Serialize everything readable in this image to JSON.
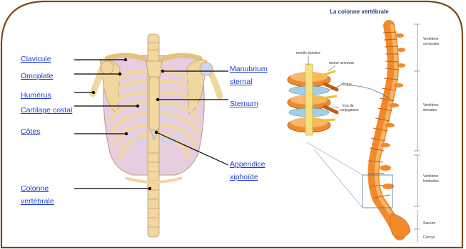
{
  "thorax_labels": {
    "clavicule": "Clavicule",
    "omoplate": "Omoplate",
    "humerus": "Humérus",
    "cartilage_costal": "Cartilage costal",
    "cotes": "Côtes",
    "colonne_line1": "Colonne",
    "colonne_line2": "vertébrale",
    "manubrium_line1": "Manubrium",
    "manubrium_line2": "sternal",
    "sternum": "Sternum",
    "appendice_line1": "Appendice",
    "appendice_line2": "xiphoïde"
  },
  "spine": {
    "title": "La colonne vertébrale",
    "inset_labels": {
      "moelle": "moelle épinière",
      "racine": "racine nerveuse",
      "disque": "disque",
      "trou_line1": "trou de",
      "trou_line2": "conjugaison"
    },
    "regions": {
      "cervicales_line1": "Vertèbres",
      "cervicales_line2": "cervicales",
      "dorsales_line1": "Vertèbres",
      "dorsales_line2": "dorsales",
      "lombaires_line1": "Vertèbres",
      "lombaires_line2": "lombaires",
      "sacrum": "Sacrum",
      "coccyx": "Coccyx"
    }
  },
  "colors": {
    "frame": "#7a4a1e",
    "link": "#1f3fd0",
    "bone": "#f2d7a0",
    "cartilage": "#cfd6ec",
    "spine_orange": "#f08a2a"
  }
}
